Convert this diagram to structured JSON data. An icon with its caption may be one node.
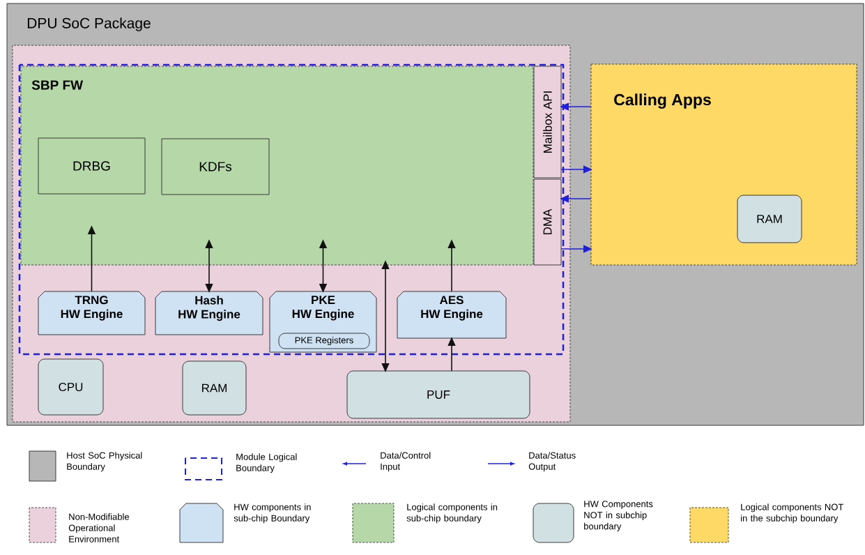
{
  "diagram": {
    "nodes": [
      {
        "text": [
          "DPU SoC Package"
        ]
      },
      {
        "text": [],
        "shape": "box",
        "in": 0
      },
      {
        "text": [],
        "shape": "box",
        "in": 1
      },
      {
        "text": [
          "SBP FW"
        ],
        "in": 2
      },
      {
        "text": [
          "DRBG"
        ],
        "in": 3
      },
      {
        "text": [
          "KDFs"
        ],
        "in": 3
      },
      {
        "text": [
          "Mailbox API"
        ],
        "in": 2
      },
      {
        "text": [
          "DMA"
        ],
        "in": 2
      },
      {
        "text": [
          "TRNG",
          "HW Engine"
        ],
        "in": 2
      },
      {
        "text": [
          "Hash",
          "HW Engine"
        ],
        "in": 2
      },
      {
        "text": [
          "PKE",
          "HW Engine"
        ],
        "in": 2
      },
      {
        "text": [
          "PKE Registers"
        ],
        "in": 10
      },
      {
        "text": [
          "AES",
          "HW Engine"
        ],
        "in": 2
      },
      {
        "text": [
          "CPU"
        ],
        "in": 1
      },
      {
        "text": [
          "RAM"
        ],
        "in": 1
      },
      {
        "text": [
          "PUF"
        ],
        "in": 1
      },
      {
        "text": [
          "Calling Apps"
        ],
        "in": 0
      },
      {
        "text": [
          "RAM"
        ],
        "in": 16
      }
    ],
    "edges": [
      {
        "from": 16,
        "to": 6,
        "arrow": "to",
        "color": "#1f1fe0"
      },
      {
        "from": 6,
        "to": 16,
        "arrow": "to",
        "color": "#1f1fe0"
      },
      {
        "from": 16,
        "to": 7,
        "arrow": "to",
        "color": "#1f1fe0"
      },
      {
        "from": 7,
        "to": 16,
        "arrow": "to",
        "color": "#1f1fe0"
      },
      {
        "from": 8,
        "to": 3,
        "arrow": "to"
      },
      {
        "from": 9,
        "to": 3,
        "arrow": "both"
      },
      {
        "from": 10,
        "to": 3,
        "arrow": "both"
      },
      {
        "from": 15,
        "to": 3,
        "arrow": "both"
      },
      {
        "from": 12,
        "to": 3,
        "arrow": "to"
      },
      {
        "from": 15,
        "to": 12,
        "arrow": "to"
      }
    ],
    "legend": [
      {
        "text": "Host SoC Physical Boundary",
        "color": "#b7b7b7"
      },
      {
        "text": "Module Logical Boundary"
      },
      {
        "text": "Data/Control Input"
      },
      {
        "text": "Data/Status Output"
      },
      {
        "text": "Non-Modifiable Operational Environment",
        "color": "#ead1dc"
      },
      {
        "text": "HW components in sub-chip Boundary",
        "color": "#cfe2f3"
      },
      {
        "text": "Logical components in sub-chip boundary",
        "color": "#b6d7a8"
      },
      {
        "text": "HW Components NOT in subchip boundary",
        "color": "#d0e0e3"
      },
      {
        "text": "Logical components NOT in the subchip boundary",
        "color": "#ffd966"
      }
    ]
  }
}
